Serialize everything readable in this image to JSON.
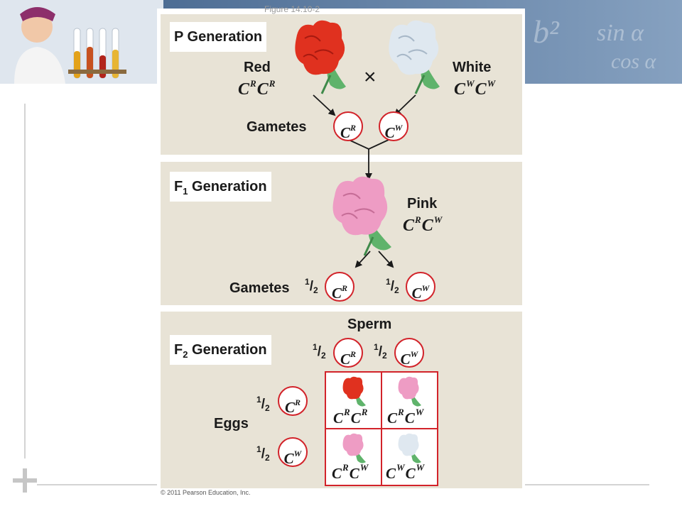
{
  "figure": {
    "caption": "Figure 14.10-2",
    "copyright": "© 2011 Pearson Education, Inc."
  },
  "p_generation": {
    "title": "P Generation",
    "red": {
      "label": "Red",
      "genotype": {
        "a": "R",
        "b": "R"
      }
    },
    "white": {
      "label": "White",
      "genotype": {
        "a": "W",
        "b": "W"
      }
    },
    "cross_symbol": "×",
    "gametes_label": "Gametes",
    "gametes": [
      {
        "allele": "R"
      },
      {
        "allele": "W"
      }
    ]
  },
  "f1_generation": {
    "title_prefix": "F",
    "title_sub": "1",
    "title_rest": " Generation",
    "pink": {
      "label": "Pink",
      "genotype": {
        "a": "R",
        "b": "W"
      }
    },
    "gametes_label": "Gametes",
    "gametes": [
      {
        "fraction": {
          "num": "1",
          "den": "2"
        },
        "allele": "R"
      },
      {
        "fraction": {
          "num": "1",
          "den": "2"
        },
        "allele": "W"
      }
    ]
  },
  "f2_generation": {
    "title_prefix": "F",
    "title_sub": "2",
    "title_rest": " Generation",
    "sperm_label": "Sperm",
    "eggs_label": "Eggs",
    "sperm": [
      {
        "fraction": {
          "num": "1",
          "den": "2"
        },
        "allele": "R"
      },
      {
        "fraction": {
          "num": "1",
          "den": "2"
        },
        "allele": "W"
      }
    ],
    "eggs": [
      {
        "fraction": {
          "num": "1",
          "den": "2"
        },
        "allele": "R"
      },
      {
        "fraction": {
          "num": "1",
          "den": "2"
        },
        "allele": "W"
      }
    ],
    "punnett": [
      {
        "genotype": {
          "a": "R",
          "b": "R"
        },
        "color": "red"
      },
      {
        "genotype": {
          "a": "R",
          "b": "W"
        },
        "color": "pink"
      },
      {
        "genotype": {
          "a": "R",
          "b": "W"
        },
        "color": "pink"
      },
      {
        "genotype": {
          "a": "W",
          "b": "W"
        },
        "color": "white"
      }
    ]
  },
  "gene_symbol": "C",
  "colors": {
    "red_flower": "#e0311f",
    "pink_flower": "#ee9cc4",
    "white_flower": "#dfe8f0",
    "stem": "#5fb36b",
    "circle_border": "#d2232a",
    "panel": "#e8e3d6"
  }
}
